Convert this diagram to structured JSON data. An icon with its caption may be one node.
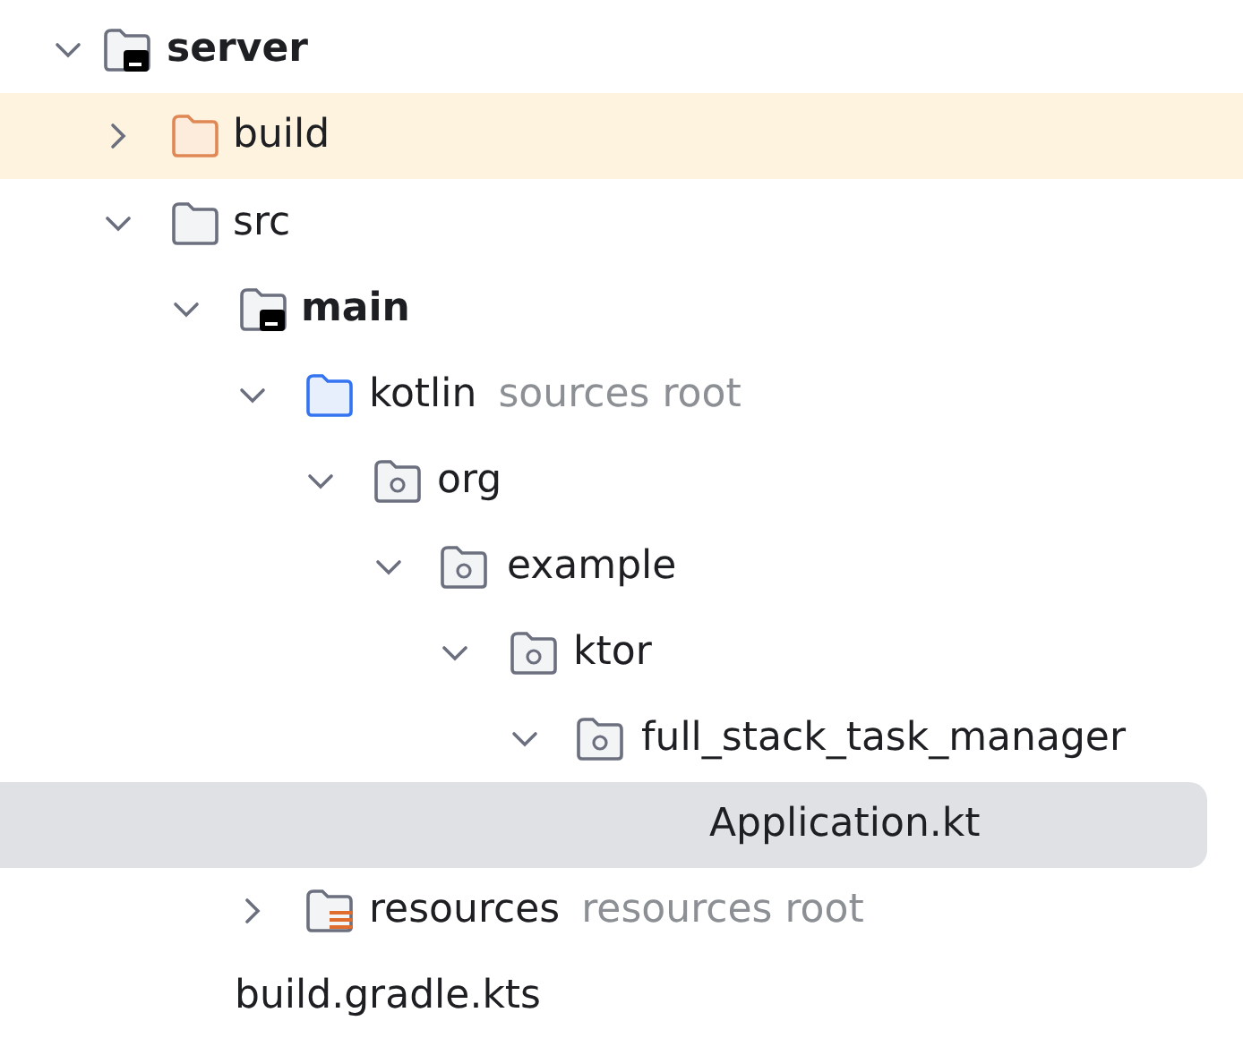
{
  "diagram": {
    "nodes": [
      {
        "text": [
          "server"
        ]
      },
      {
        "text": [
          "build"
        ]
      },
      {
        "text": [
          "src"
        ]
      },
      {
        "text": [
          "main"
        ]
      },
      {
        "text": [
          "kotlin",
          "sources root"
        ]
      },
      {
        "text": [
          "org"
        ]
      },
      {
        "text": [
          "example"
        ]
      },
      {
        "text": [
          "ktor"
        ]
      },
      {
        "text": [
          "full_stack_task_manager"
        ]
      },
      {
        "text": [
          "Application.kt"
        ]
      },
      {
        "text": [
          "resources",
          "resources root"
        ]
      },
      {
        "text": [
          "build.gradle.kts"
        ]
      }
    ]
  }
}
